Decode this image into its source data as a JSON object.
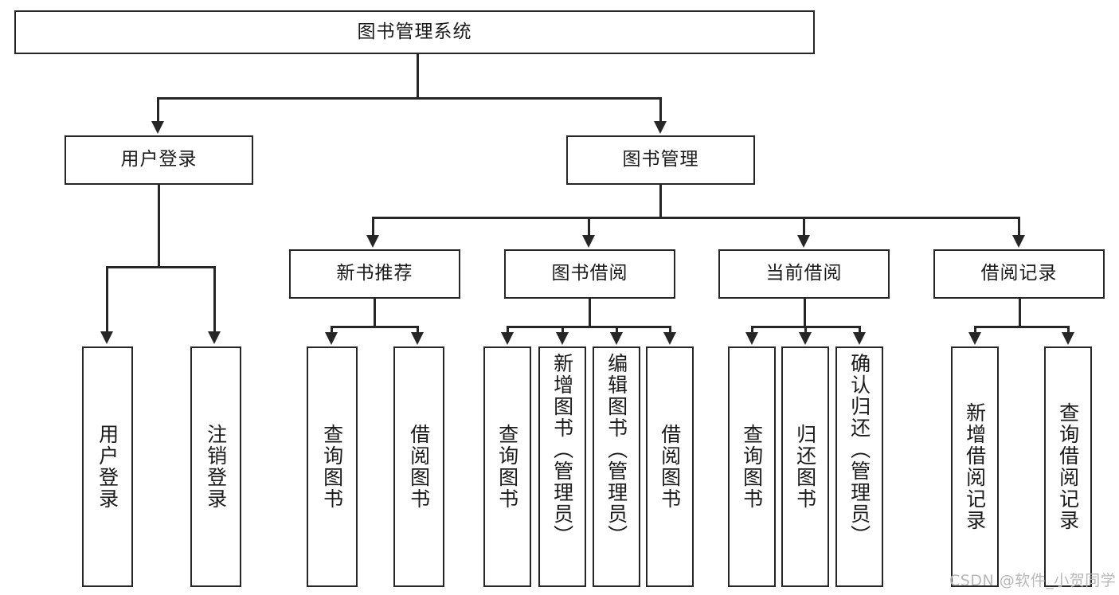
{
  "diagram": {
    "title_box": {
      "label": "图书管理系统"
    },
    "level2": [
      {
        "label": "用户登录"
      },
      {
        "label": "图书管理"
      }
    ],
    "level3": [
      {
        "label": "新书推荐"
      },
      {
        "label": "图书借阅"
      },
      {
        "label": "当前借阅"
      },
      {
        "label": "借阅记录"
      }
    ],
    "leaves": {
      "user_login": [
        {
          "label": "用户登录"
        },
        {
          "label": "注销登录"
        }
      ],
      "new_book_recommend": [
        {
          "label": "查询图书"
        },
        {
          "label": "借阅图书"
        }
      ],
      "book_borrow": [
        {
          "label": "查询图书"
        },
        {
          "label": "新增图书（管理员）"
        },
        {
          "label": "编辑图书（管理员）"
        },
        {
          "label": "借阅图书"
        }
      ],
      "current_borrow": [
        {
          "label": "查询图书"
        },
        {
          "label": "归还图书"
        },
        {
          "label": "确认归还（管理员）"
        }
      ],
      "borrow_record": [
        {
          "label": "新增借阅记录"
        },
        {
          "label": "查询借阅记录"
        }
      ]
    }
  },
  "watermark": {
    "text": "CSDN @软件_小贺同学"
  },
  "colors": {
    "stroke": "#262626",
    "text": "#1a1a1a",
    "background": "#ffffff",
    "watermark": "#b8b8b8"
  }
}
